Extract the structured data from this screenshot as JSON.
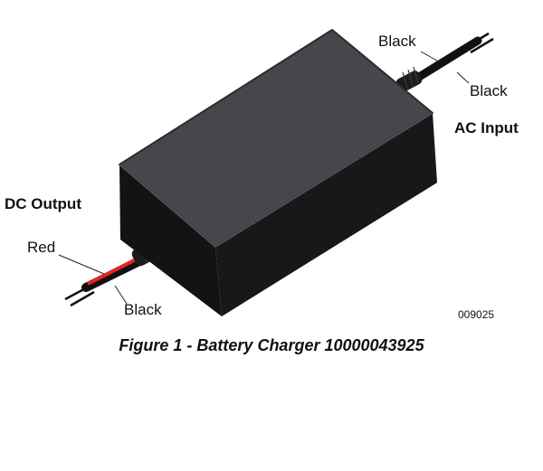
{
  "figure": {
    "labels": {
      "ac_wire_1": "Black",
      "ac_wire_2": "Black",
      "ac_input": "AC Input",
      "dc_output": "DC Output",
      "dc_wire_red": "Red",
      "dc_wire_black": "Black"
    },
    "drawing_code": "009025",
    "caption": "Figure 1 - Battery Charger 10000043925",
    "colors": {
      "housing_top": "#45474b",
      "housing_side": "#141416",
      "wire_red": "#e8231c",
      "wire_black": "#111111"
    }
  }
}
